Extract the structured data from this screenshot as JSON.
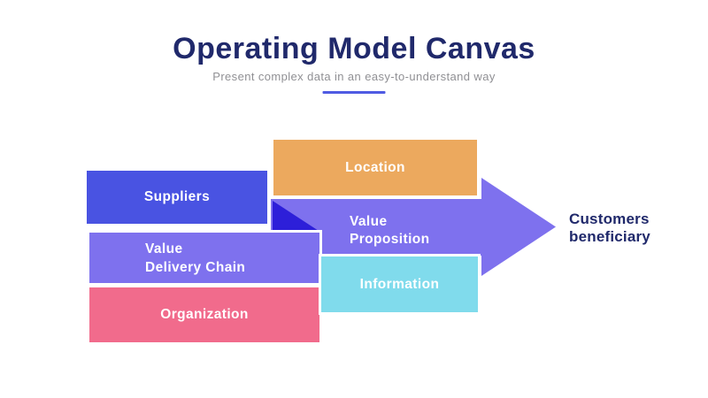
{
  "header": {
    "title": "Operating Model Canvas",
    "subtitle": "Present complex data in an easy-to-understand way"
  },
  "colors": {
    "title_navy": "#20296b",
    "subtitle_gray": "#909094",
    "divider_blue": "#4f5be2",
    "suppliers_blue": "#4953e2",
    "arrow_purple": "#7e71ee",
    "notch_dark_blue": "#2d1fd9",
    "location_orange": "#eca95e",
    "organization_pink": "#f16b8c",
    "information_cyan": "#80dbec",
    "box_border_white": "#ffffff",
    "box_text_white": "#ffffff"
  },
  "diagram": {
    "boxes": {
      "location": {
        "label": "Location"
      },
      "suppliers": {
        "label": "Suppliers"
      },
      "value_delivery_chain": {
        "lines": [
          "Value",
          "Delivery Chain"
        ]
      },
      "organization": {
        "label": "Organization"
      },
      "information": {
        "label": "Information"
      }
    },
    "arrow": {
      "lines": [
        "Value",
        "Proposition"
      ]
    },
    "end_label": {
      "lines": [
        "Customers",
        "beneficiary"
      ]
    }
  }
}
